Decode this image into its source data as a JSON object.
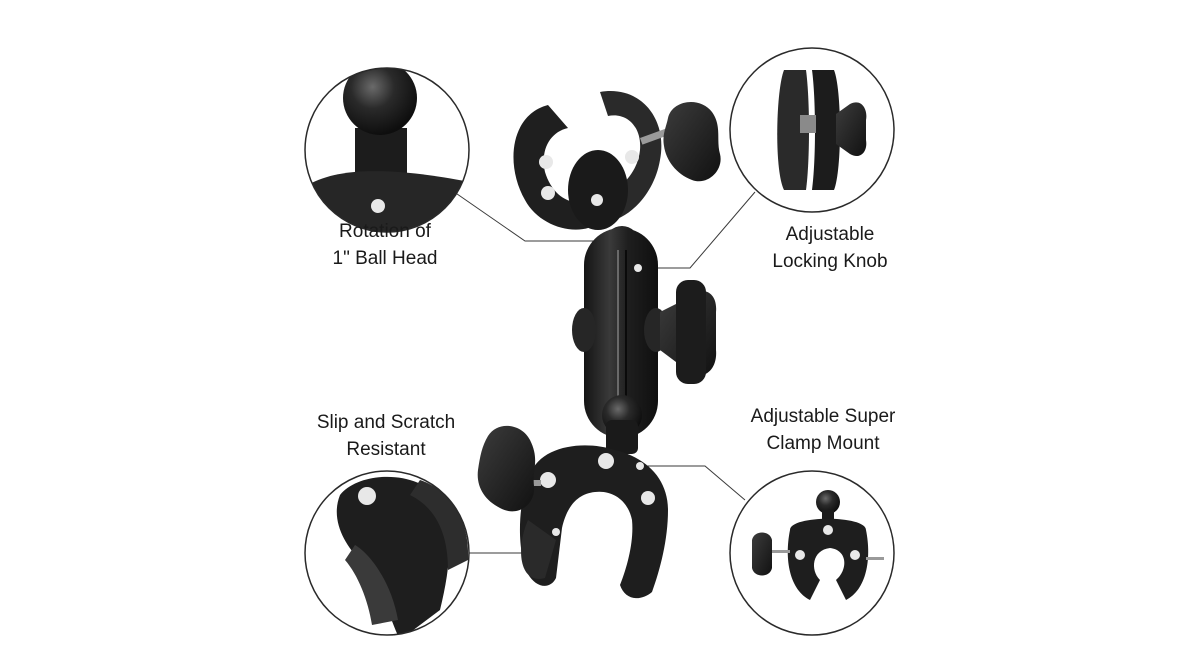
{
  "callouts": {
    "ball_head": {
      "line1": "Rotation of",
      "line2": "1\" Ball Head"
    },
    "locking_knob": {
      "line1": "Adjustable",
      "line2": "Locking Knob"
    },
    "slip_resistant": {
      "line1": "Slip and Scratch",
      "line2": "Resistant"
    },
    "super_clamp": {
      "line1": "Adjustable Super",
      "line2": "Clamp Mount"
    }
  },
  "colors": {
    "background": "#ffffff",
    "part_dark": "#1c1c1c",
    "part_mid": "#2e2e2e",
    "part_highlight": "#5a5a5a",
    "rivet": "#e8e8e8",
    "leader_line": "#3a3a3a",
    "circle_outline": "#2a2a2a"
  }
}
